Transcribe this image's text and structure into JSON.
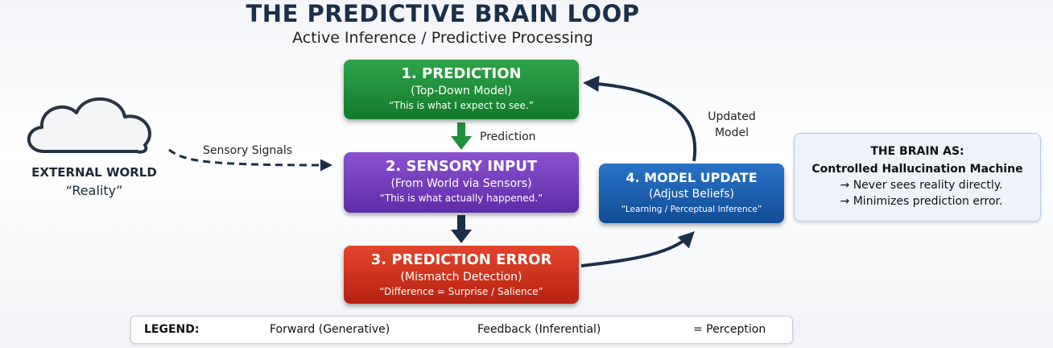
{
  "header": {
    "title": "THE PREDICTIVE BRAIN LOOP",
    "subtitle": "Active Inference / Predictive Processing"
  },
  "external": {
    "title": "EXTERNAL WORLD",
    "subtitle": "“Reality”"
  },
  "boxes": {
    "prediction": {
      "heading": "1. PREDICTION",
      "sub": "(Top-Down Model)",
      "quote": "“This is what I expect to see.”",
      "color": "#1f8f3a"
    },
    "sensory": {
      "heading": "2. SENSORY INPUT",
      "sub": "(From World via Sensors)",
      "quote": "“This is what actually happened.”",
      "color": "#7340bd"
    },
    "error": {
      "heading": "3. PREDICTION ERROR",
      "sub": "(Mismatch Detection)",
      "quote": "“Difference = Surprise / Salience”",
      "color": "#cf3420"
    },
    "update": {
      "heading": "4. MODEL UPDATE",
      "sub": "(Adjust Beliefs)",
      "quote": "“Learning / Perceptual Inference”",
      "color": "#1b5fae"
    }
  },
  "arrows": {
    "sensory_signals": "Sensory Signals",
    "prediction": "Prediction",
    "updated_model_1": "Updated",
    "updated_model_2": "Model"
  },
  "info": {
    "title": "THE BRAIN AS:",
    "subtitle": "Controlled Hallucination Machine",
    "points": [
      "→ Never sees reality directly.",
      "→ Minimizes prediction error."
    ]
  },
  "legend": {
    "label": "LEGEND:",
    "forward": "Forward (Generative)",
    "feedback": "Feedback (Inferential)",
    "perception": "= Perception",
    "forward_color": "#1f8f3a",
    "feedback_color": "#1b2f4a"
  }
}
